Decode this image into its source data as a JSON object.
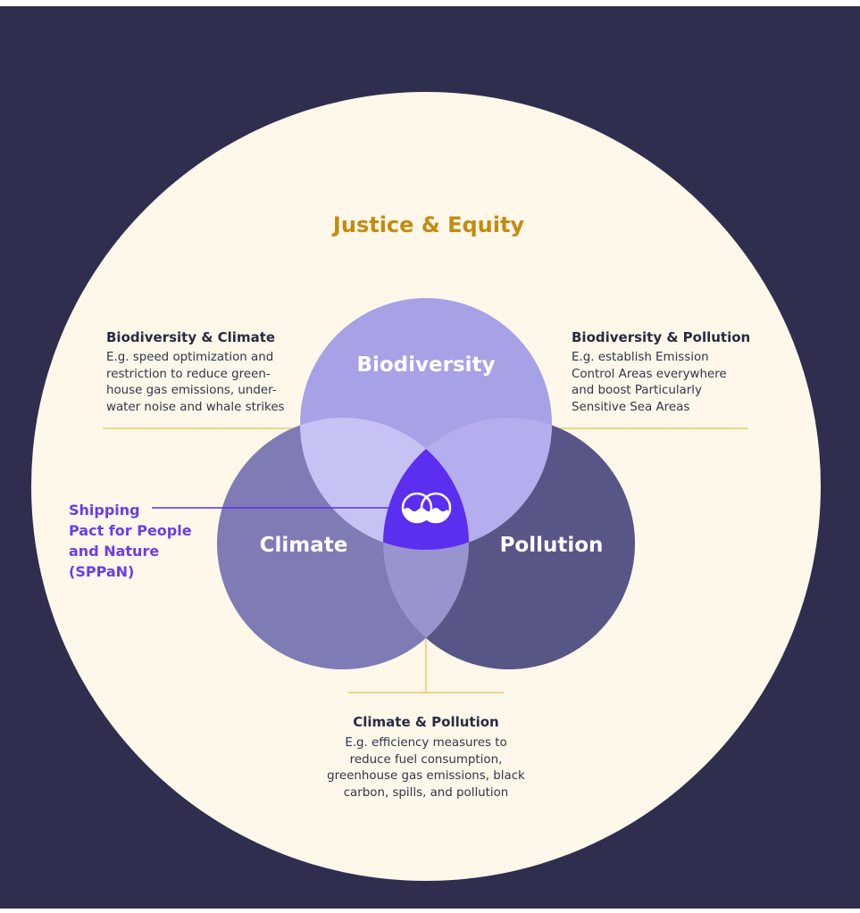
{
  "title": "Justice & Equity",
  "circles": {
    "biodiversity": "Biodiversity",
    "climate": "Climate",
    "pollution": "Pollution"
  },
  "intersections": {
    "biodiversity_climate": {
      "heading": "Biodiversity & Climate",
      "lines": [
        "E.g. speed optimization and",
        "restriction to reduce green-",
        "house gas emissions, under-",
        "water noise and whale strikes"
      ]
    },
    "biodiversity_pollution": {
      "heading": "Biodiversity & Pollution",
      "lines": [
        "E.g. establish Emission",
        "Control Areas everywhere",
        "and boost Particularly",
        "Sensitive Sea Areas"
      ]
    },
    "climate_pollution": {
      "heading": "Climate & Pollution",
      "lines": [
        "E.g. efficiency measures to",
        "reduce fuel consumption,",
        "greenhouse gas emissions, black",
        "carbon, spills, and pollution"
      ]
    }
  },
  "center": {
    "lines": [
      "Shipping",
      "Pact for People",
      "and Nature",
      "(SPPaN)"
    ],
    "icon": "sppan-logo-icon"
  },
  "colors": {
    "background": "#2f2e4f",
    "outer_circle": "#fdf8e9",
    "title": "#c58a12",
    "biodiversity": "#a7a1e6",
    "climate": "#7f7bb5",
    "pollution": "#575686",
    "center": "#5b2ef0",
    "connector": "#f0c86a"
  }
}
